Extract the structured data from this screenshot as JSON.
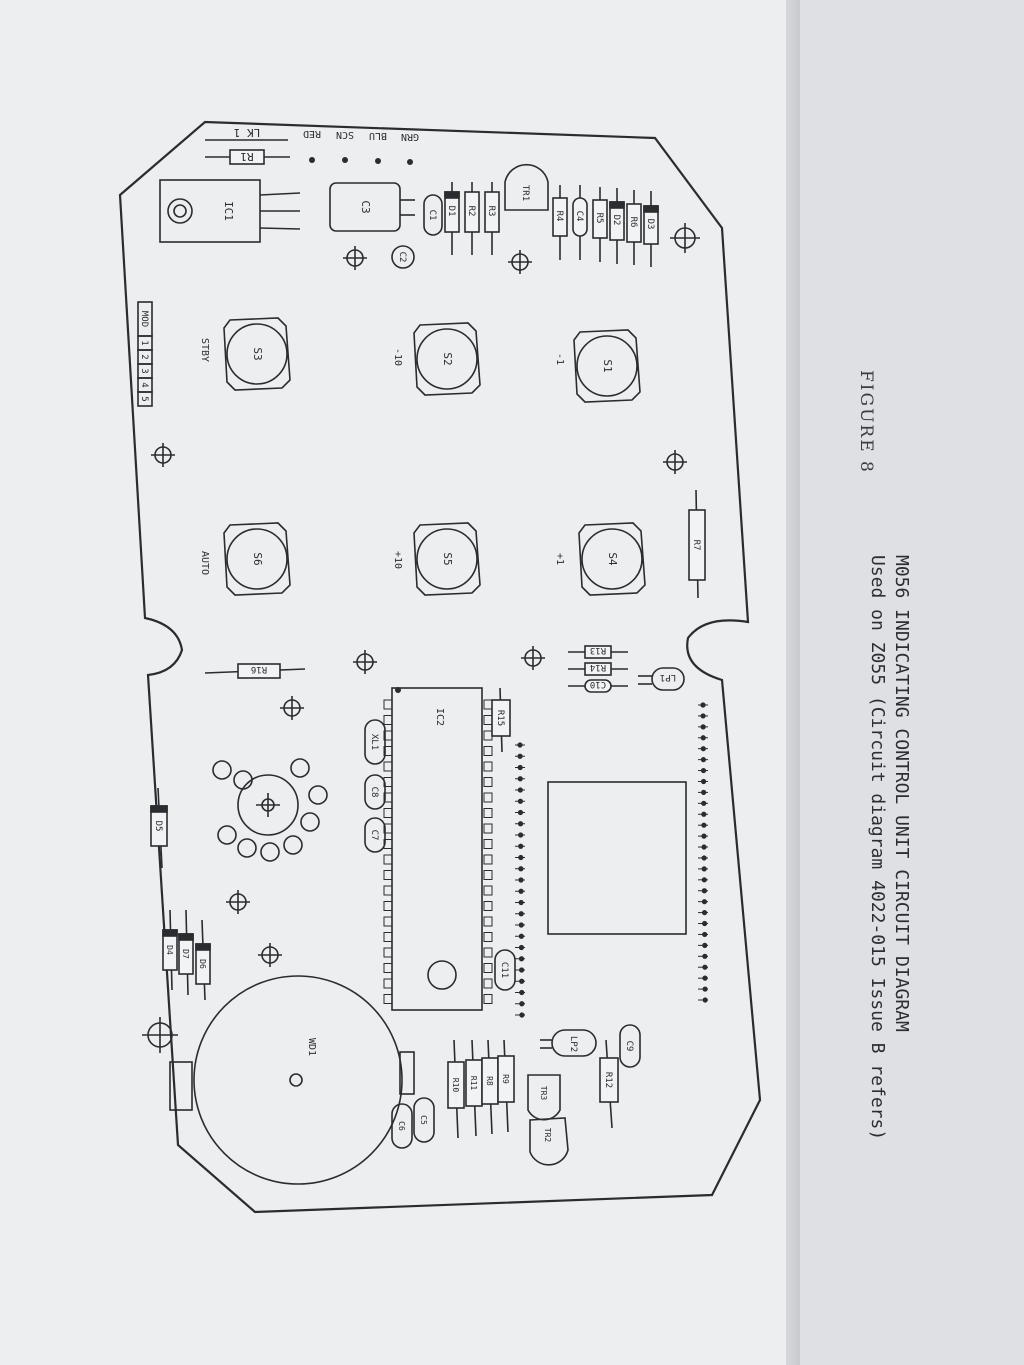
{
  "caption": {
    "figure": "FIGURE 8",
    "title": "M056 INDICATING CONTROL UNIT CIRCUIT DIAGRAM",
    "subtitle": "Used on Z055 (Circuit diagram 4022-015 Issue B refers)"
  },
  "labels": {
    "lk1": "LK 1",
    "r1": "R1",
    "ic1": "IC1",
    "c3": "C3",
    "c2": "C2",
    "c1": "C1",
    "d1": "D1",
    "r2": "R2",
    "r3": "R3",
    "tr1": "TR1",
    "r4": "R4",
    "c4": "C4",
    "r5": "R5",
    "d2": "D2",
    "r6": "R6",
    "d3": "D3",
    "grn": "GRN",
    "blu": "BLU",
    "scn": "SCN",
    "red": "RED",
    "s1": "S1",
    "s2": "S2",
    "s3": "S3",
    "s4": "S4",
    "s5": "S5",
    "s6": "S6",
    "minus1": "-1",
    "minus10": "-10",
    "stby": "STBY",
    "plus1": "+1",
    "plus10": "+10",
    "auto": "AUTO",
    "mod": "MOD",
    "m1": "1",
    "m2": "2",
    "m3": "3",
    "m4": "4",
    "m5": "5",
    "r7": "R7",
    "r13": "R13",
    "r14": "R14",
    "c10": "C10",
    "lp1": "LP1",
    "r16": "R16",
    "ic2": "IC2",
    "r15": "R15",
    "xl1": "XL1",
    "c8": "C8",
    "c7": "C7",
    "c11": "C11",
    "d5": "D5",
    "d4": "D4",
    "d7": "D7",
    "d6": "D6",
    "wd1": "WD1",
    "lp2": "LP2",
    "c9": "C9",
    "r12": "R12",
    "r10": "R10",
    "r11": "R11",
    "r8": "R8",
    "r9": "R9",
    "tr3": "TR3",
    "tr2": "TR2",
    "c5": "C5",
    "c6": "C6"
  },
  "colors": {
    "ink": "#2a2c30",
    "paper": "#eceef0",
    "component_fill": "#f2f3f4"
  }
}
